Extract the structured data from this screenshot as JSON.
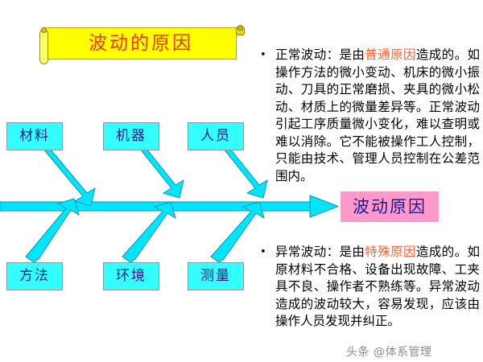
{
  "title": {
    "text": "波动的原因",
    "text_color": "#ff3300",
    "banner_color": "#ffff00"
  },
  "fishbone": {
    "spine_color": "#00e5ff",
    "box_fill": "#33ffff",
    "box_text_color": "#1a1a8c",
    "top_causes": [
      {
        "label": "材料"
      },
      {
        "label": "机器"
      },
      {
        "label": "人员"
      }
    ],
    "bottom_causes": [
      {
        "label": "方法"
      },
      {
        "label": "环境"
      },
      {
        "label": "测量"
      }
    ],
    "result": {
      "label": "波动原因",
      "fill": "#ff99cc",
      "text_color": "#1a1a8c"
    }
  },
  "notes": {
    "normal": {
      "bullet": "•",
      "lead": "正常波动：是由",
      "highlight": "普通原因",
      "rest": "造成的。如操作方法的微小变动、机床的微小振动、刀具的正常磨损、夹具的微小松动、材质上的微量差异等。正常波动引起工序质量微小变化，难以查明或难以消除。它不能被操作工人控制，只能由技术、管理人员控制在公差范围内。",
      "highlight_color": "#ff6633"
    },
    "abnormal": {
      "bullet": "•",
      "lead": "异常波动：是由",
      "highlight": "特殊原因",
      "rest": "造成的。如原材料不合格、设备出现故障、工夹具不良、操作者不熟练等。异常波动造成的波动较大，容易发现，应该由操作人员发现并纠正。",
      "highlight_color": "#ff6633"
    }
  },
  "watermark": {
    "text": "头条 @体系管理"
  }
}
